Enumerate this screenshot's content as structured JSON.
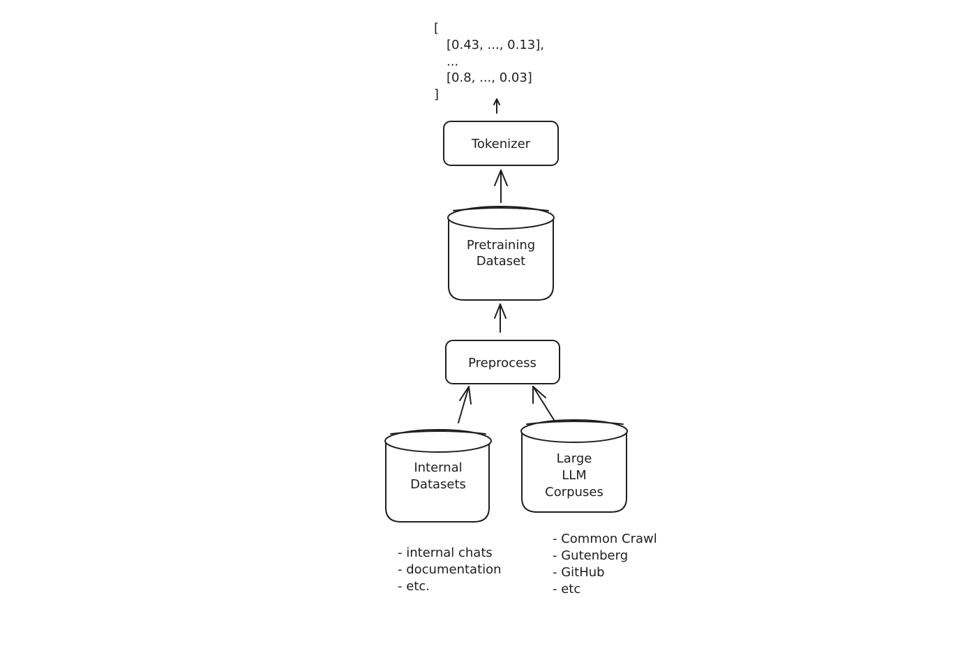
{
  "output": {
    "lines": [
      "[",
      "[0.43, ..., 0.13],",
      "...",
      "[0.8, ..., 0.03]",
      "]"
    ]
  },
  "nodes": {
    "tokenizer": "Tokenizer",
    "pretraining_dataset": [
      "Pretraining",
      "Dataset"
    ],
    "preprocess": "Preprocess",
    "internal_datasets": [
      "Internal",
      "Datasets"
    ],
    "large_llm_corpuses": [
      "Large",
      "LLM",
      "Corpuses"
    ]
  },
  "notes": {
    "internal": [
      "- internal chats",
      "- documentation",
      "- etc."
    ],
    "corpuses": [
      "- Common Crawl",
      "- Gutenberg",
      "- GitHub",
      "- etc"
    ]
  }
}
